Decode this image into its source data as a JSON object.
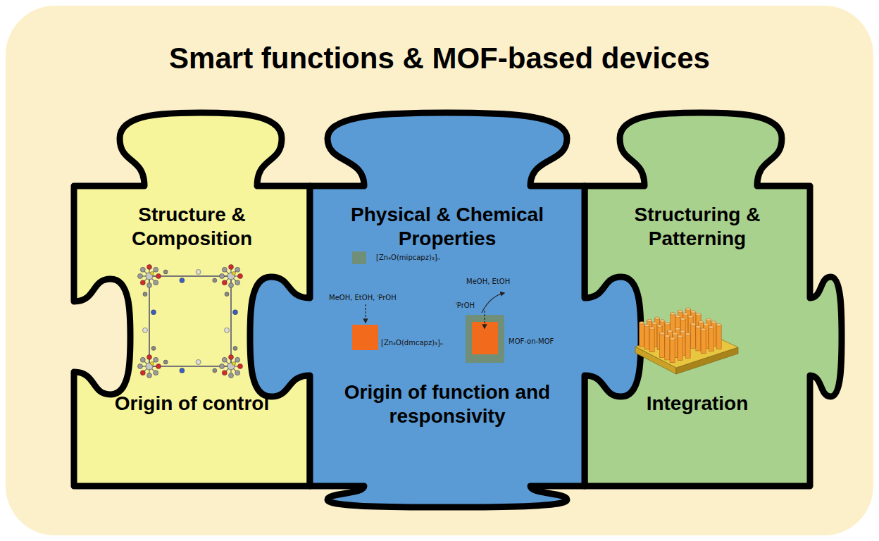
{
  "diagram": {
    "title": "Smart functions & MOF-based devices",
    "nodes": [
      {
        "text": [
          "Structure & Composition",
          "Origin of control"
        ]
      },
      {
        "text": [
          "Physical & Chemical Properties",
          "Origin of function and responsivity"
        ]
      },
      {
        "text": [
          "Structuring & Patterning",
          "Integration"
        ]
      }
    ],
    "labels": [
      "[Zn₄O(mipcapz)₃]ₙ",
      "MeOH, EtOH, ⁱPrOH",
      "[Zn₄O(dmcapz)₃]ₙ",
      "MeOH, EtOH",
      "ⁱPrOH",
      "MOF-on-MOF"
    ]
  }
}
